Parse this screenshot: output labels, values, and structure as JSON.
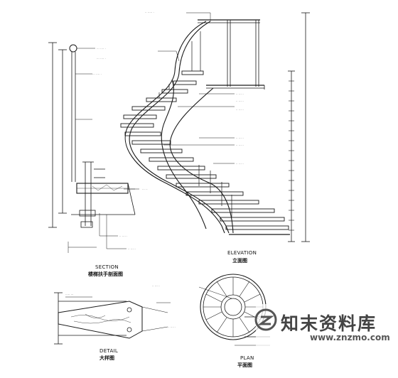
{
  "captions": {
    "section_en": "SECTION",
    "section_cn": "楼梯扶手剖面图",
    "elevation_en": "ELEVATION",
    "elevation_cn": "立面图",
    "detail_en": "DETAIL",
    "detail_cn": "大样图",
    "plan_en": "PLAN",
    "plan_cn": "平面图"
  },
  "watermark": {
    "brand_cn": "知末资料库",
    "url": "www.znzmo.com"
  },
  "colors": {
    "line": "#1a1a1a",
    "paper": "#ffffff",
    "watermark": "#444444"
  }
}
